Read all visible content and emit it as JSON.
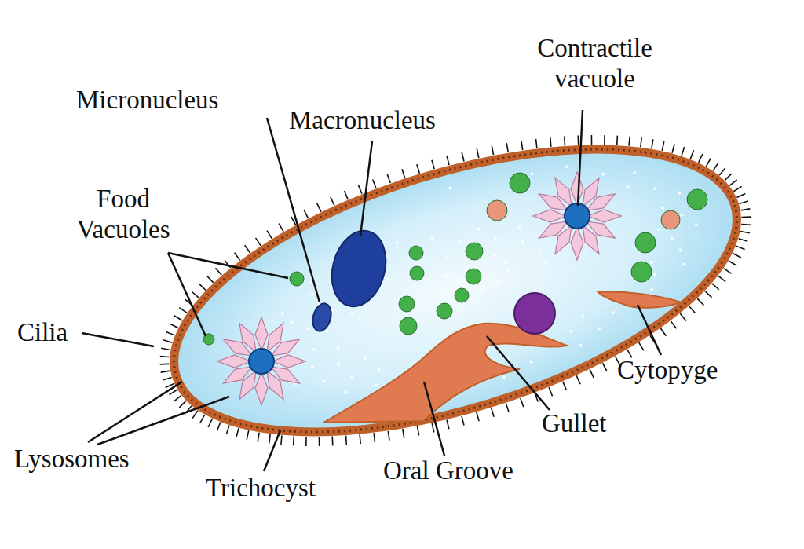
{
  "diagram": {
    "labels": [
      "Contractile vacuole",
      "Micronucleus",
      "Macronucleus",
      "Food Vacuoles",
      "Cilia",
      "Lysosomes",
      "Trichocyst",
      "Oral Groove",
      "Gullet",
      "Cytopyge"
    ]
  }
}
